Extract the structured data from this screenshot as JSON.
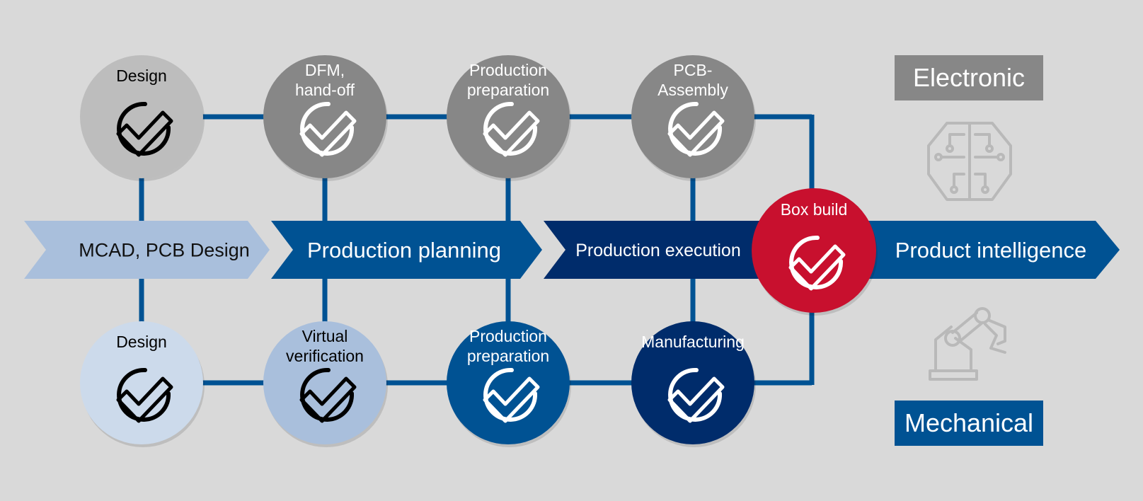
{
  "colors": {
    "background": "#d9d9d9",
    "connector": "#005293",
    "light_blue": "#a9bfdc",
    "pale_blue": "#ccdaeb",
    "mid_blue": "#005293",
    "dark_blue": "#002c6b",
    "gray_light": "#bdbdbd",
    "gray_dark": "#878787",
    "red": "#c8102e",
    "white": "#ffffff",
    "black": "#000000"
  },
  "bands": [
    {
      "id": "mcad",
      "label": "MCAD, PCB Design",
      "color": "#a9bfdc",
      "text_color": "#111111"
    },
    {
      "id": "planning",
      "label": "Production planning",
      "color": "#005293",
      "text_color": "#ffffff"
    },
    {
      "id": "execution",
      "label": "Production execution",
      "color": "#002c6b",
      "text_color": "#ffffff"
    },
    {
      "id": "intelligence",
      "label": "Product intelligence",
      "color": "#005293",
      "text_color": "#ffffff"
    }
  ],
  "top_row": [
    {
      "id": "design-top",
      "lines": [
        "Design"
      ],
      "fill": "#bdbdbd",
      "text_color": "#000000",
      "check_icon": "check-circle-icon"
    },
    {
      "id": "dfm",
      "lines": [
        "DFM,",
        "hand-off"
      ],
      "fill": "#878787",
      "text_color": "#ffffff",
      "check_icon": "check-circle-icon"
    },
    {
      "id": "prod-prep-top",
      "lines": [
        "Production",
        "preparation"
      ],
      "fill": "#878787",
      "text_color": "#ffffff",
      "check_icon": "check-circle-icon"
    },
    {
      "id": "pcb-assembly",
      "lines": [
        "PCB-",
        "Assembly"
      ],
      "fill": "#878787",
      "text_color": "#ffffff",
      "check_icon": "check-circle-icon"
    }
  ],
  "bottom_row": [
    {
      "id": "design-bottom",
      "lines": [
        "Design"
      ],
      "fill": "#ccdaeb",
      "text_color": "#000000",
      "check_icon": "check-circle-icon"
    },
    {
      "id": "virtual-verification",
      "lines": [
        "Virtual",
        "verification"
      ],
      "fill": "#a9bfdc",
      "text_color": "#000000",
      "check_icon": "check-circle-icon"
    },
    {
      "id": "prod-prep-bottom",
      "lines": [
        "Production",
        "preparation"
      ],
      "fill": "#005293",
      "text_color": "#ffffff",
      "check_icon": "check-circle-icon"
    },
    {
      "id": "manufacturing",
      "lines": [
        "Manufacturing"
      ],
      "fill": "#002c6b",
      "text_color": "#ffffff",
      "check_icon": "check-circle-icon"
    }
  ],
  "box_build": {
    "id": "box-build",
    "lines": [
      "Box build"
    ],
    "fill": "#c8102e",
    "text_color": "#ffffff",
    "check_icon": "check-circle-icon"
  },
  "tags": {
    "electronic": {
      "label": "Electronic",
      "color": "#878787",
      "icon": "brain-circuit-icon"
    },
    "mechanical": {
      "label": "Mechanical",
      "color": "#005293",
      "icon": "robot-arm-icon"
    }
  }
}
